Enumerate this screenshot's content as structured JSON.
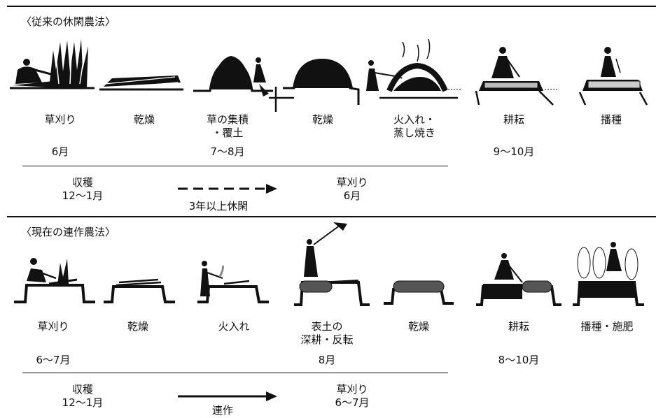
{
  "colors": {
    "ink": "#111111",
    "paper": "#ffffff"
  },
  "traditional": {
    "title": "〈従来の休閑農法〉",
    "stages": [
      {
        "label": "草刈り",
        "icon": "cutting-grass-figure-icon"
      },
      {
        "label": "乾燥",
        "icon": "drying-grass-pile-icon"
      },
      {
        "label": "草の集積\n・覆土",
        "icon": "grass-mound-figure-icon"
      },
      {
        "label": "乾燥",
        "icon": "covered-mound-icon"
      },
      {
        "label": "火入れ・\n蒸し焼き",
        "icon": "burning-mound-figure-icon"
      },
      {
        "label": "耕耘",
        "icon": "tilling-figure-icon"
      },
      {
        "label": "播種",
        "icon": "sowing-figure-icon"
      }
    ],
    "months": [
      "6月",
      "7〜8月",
      "9〜10月"
    ],
    "cycle": {
      "harvest": "収穫\n12〜1月",
      "fallow": "3年以上休閑",
      "next": "草刈り\n6月"
    }
  },
  "current": {
    "title": "〈現在の連作農法〉",
    "stages": [
      {
        "label": "草刈り",
        "icon": "cutting-grass-figure-icon"
      },
      {
        "label": "乾燥",
        "icon": "drying-grass-ridge-icon"
      },
      {
        "label": "火入れ",
        "icon": "burning-ridge-figure-icon"
      },
      {
        "label": "表土の\n深耕・反転",
        "icon": "deep-tilling-figure-icon"
      },
      {
        "label": "乾燥",
        "icon": "drying-clods-ridge-icon"
      },
      {
        "label": "耕耘",
        "icon": "tilling-figure-icon"
      },
      {
        "label": "播種・施肥",
        "icon": "sowing-fertilizing-figure-icon"
      }
    ],
    "months": [
      "6〜7月",
      "8月",
      "8〜10月"
    ],
    "cycle": {
      "harvest": "収穫\n12〜1月",
      "continuous": "連作",
      "next": "草刈り\n6〜7月"
    }
  }
}
